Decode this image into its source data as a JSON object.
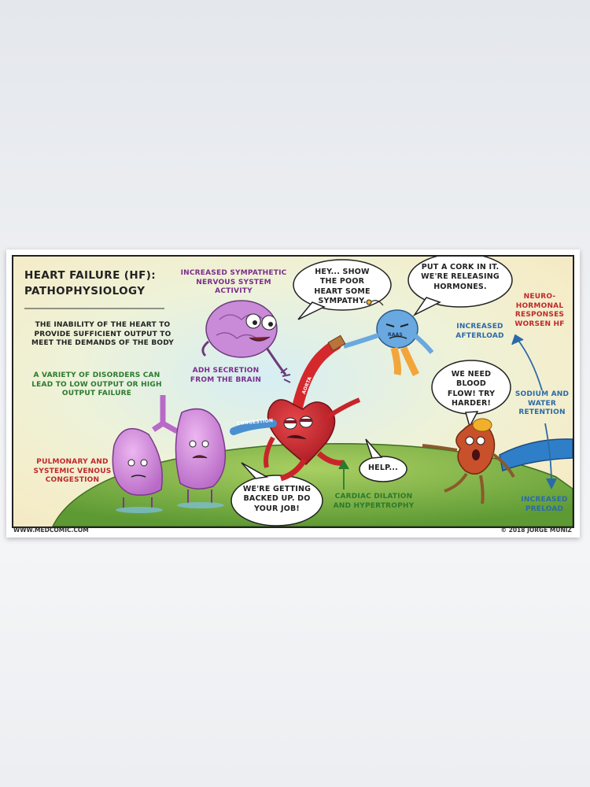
{
  "title": {
    "line1": "HEART FAILURE (HF):",
    "line2": "PATHOPHYSIOLOGY"
  },
  "definition": "THE INABILITY OF THE HEART TO PROVIDE SUFFICIENT OUTPUT TO MEET THE DEMANDS OF THE BODY",
  "disorders_note": "A VARIETY OF DISORDERS CAN LEAD TO LOW OUTPUT OR HIGH OUTPUT FAILURE",
  "labels": {
    "sympathetic": "INCREASED SYMPATHETIC NERVOUS SYSTEM ACTIVITY",
    "adh": "ADH SECRETION FROM THE BRAIN",
    "pulmonary": "PULMONARY AND SYSTEMIC VENOUS CONGESTION",
    "cardiac": "CARDIAC DILATION AND HYPERTROPHY",
    "neurohormonal": "NEURO-HORMONAL RESPONSES WORSEN HF",
    "afterload": "INCREASED AFTERLOAD",
    "sodium": "SODIUM AND WATER RETENTION",
    "preload": "INCREASED PRELOAD",
    "congestion_tube": "CONGESTION",
    "aorta": "AORTA",
    "raas": "RAAS"
  },
  "bubbles": {
    "brain_sympathy": "HEY... SHOW THE POOR HEART SOME SYMPATHY.",
    "raas_cork": "PUT A CORK IN IT. WE'RE RELEASING HORMONES.",
    "kidney_blood": "WE NEED BLOOD FLOW! TRY HARDER!",
    "heart_help": "HELP...",
    "lungs_backed": "WE'RE GETTING BACKED UP. DO YOUR JOB!"
  },
  "footer": {
    "website": "WWW.MEDCOMIC.COM",
    "copyright": "© 2018 JORGE MUNIZ"
  },
  "colors": {
    "purple": "#7c2d8c",
    "green": "#2b7a2e",
    "red": "#c0282a",
    "blue": "#2b6aa8",
    "heart": "#d4282d",
    "lungs": "#d98fe0",
    "brain": "#c98ad8",
    "raas": "#6aa8e0",
    "kidney": "#c8502a"
  }
}
